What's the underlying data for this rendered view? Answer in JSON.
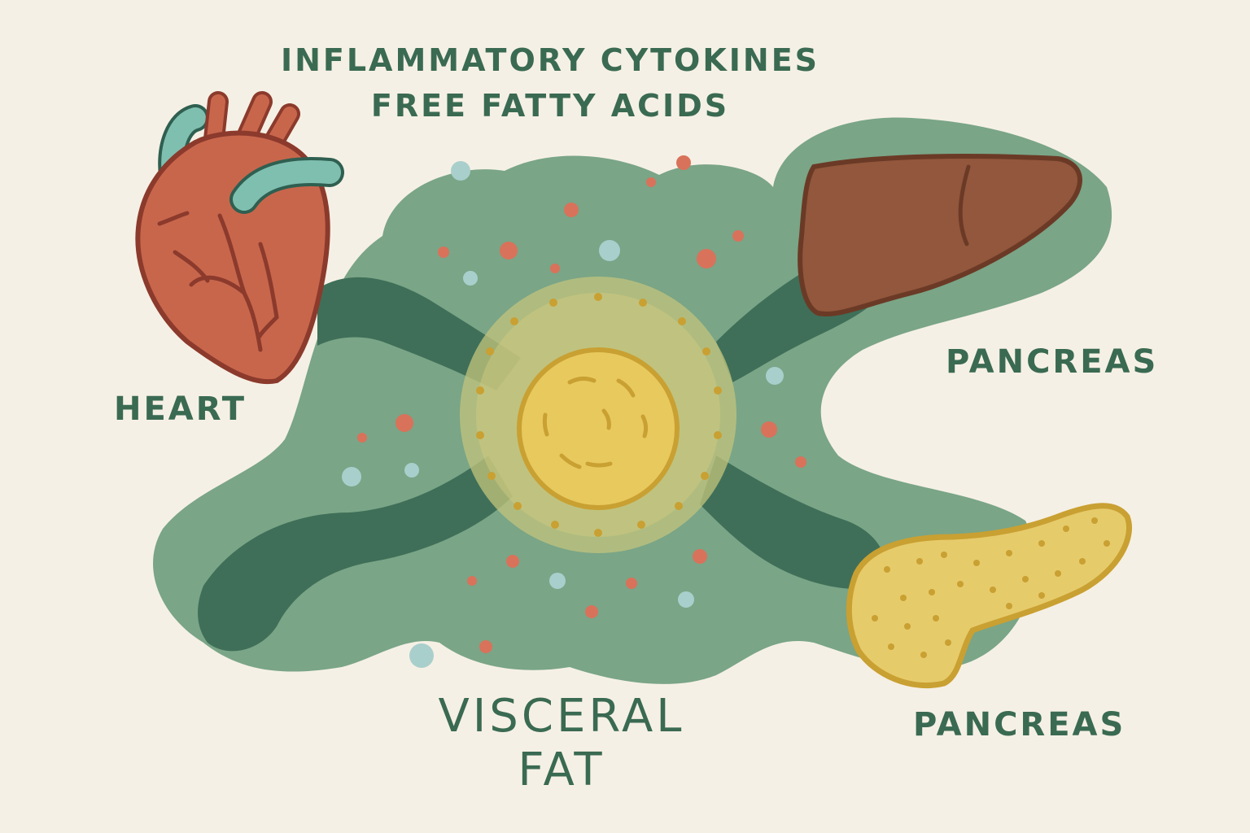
{
  "labels": {
    "mediators_line1": "INFLAMMATORY CYTOKINES",
    "mediators_line2": "FREE FATTY ACIDS",
    "heart": "HEART",
    "pancreas_upper": "PANCREAS",
    "pancreas_lower": "PANCREAS",
    "fat_line1": "VISCERAL",
    "fat_line2": "FAT"
  },
  "colors": {
    "background": "#f5f0e5",
    "text": "#3a6a52",
    "blob_light": "#7aa587",
    "blob_dark": "#3f6f58",
    "halo": "#c3c47c",
    "fat_cell": "#e8c95e",
    "fat_outline": "#c9a032",
    "heart": "#c8664c",
    "heart_outline": "#8b3a2c",
    "vessel": "#7fbfb0",
    "liver": "#92573c",
    "pancreas": "#e6cb6b",
    "dot_red": "#d9725a",
    "dot_blue": "#a9cfcc"
  }
}
